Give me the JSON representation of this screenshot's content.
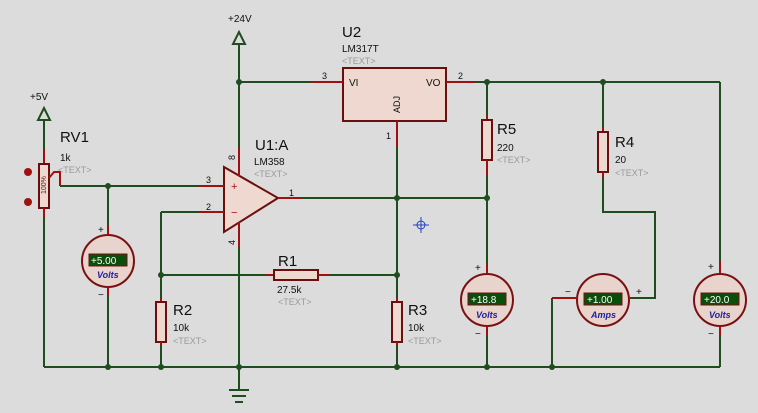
{
  "power": {
    "vcc24_label": "+24V",
    "vcc5_label": "+5V"
  },
  "rv1": {
    "ref": "RV1",
    "value": "1k",
    "text": "<TEXT>",
    "knob": "100%"
  },
  "u1": {
    "ref": "U1:A",
    "value": "LM358",
    "text": "<TEXT>",
    "pin_noninv": "3",
    "pin_inv": "2",
    "pin_out": "1",
    "pin_vplus": "8",
    "pin_vminus": "4",
    "plus": "+",
    "minus": "−"
  },
  "u2": {
    "ref": "U2",
    "value": "LM317T",
    "text": "<TEXT>",
    "vi": "VI",
    "vo": "VO",
    "adj": "ADJ",
    "pin_vi": "3",
    "pin_vo": "2",
    "pin_adj": "1"
  },
  "r1": {
    "ref": "R1",
    "value": "27.5k",
    "text": "<TEXT>"
  },
  "r2": {
    "ref": "R2",
    "value": "10k",
    "text": "<TEXT>"
  },
  "r3": {
    "ref": "R3",
    "value": "10k",
    "text": "<TEXT>"
  },
  "r4": {
    "ref": "R4",
    "value": "20",
    "text": "<TEXT>"
  },
  "r5": {
    "ref": "R5",
    "value": "220",
    "text": "<TEXT>"
  },
  "meters": {
    "vm1": {
      "reading": "+5.00",
      "unit": "Volts"
    },
    "vm2": {
      "reading": "+18.8",
      "unit": "Volts"
    },
    "am1": {
      "reading": "+1.00",
      "unit": "Amps"
    },
    "vm3": {
      "reading": "+20.0",
      "unit": "Volts"
    }
  },
  "signs": {
    "plus": "+",
    "minus": "−"
  },
  "icons": {
    "cursor": "crosshair-cursor-icon",
    "ground": "ground-icon",
    "power": "power-arrow-icon"
  },
  "colors": {
    "wire": "#1f4d1f",
    "pin": "#a01010",
    "body": "#eed8d0",
    "lcd": "#0b4d0b",
    "background": "#dcdcdc"
  }
}
